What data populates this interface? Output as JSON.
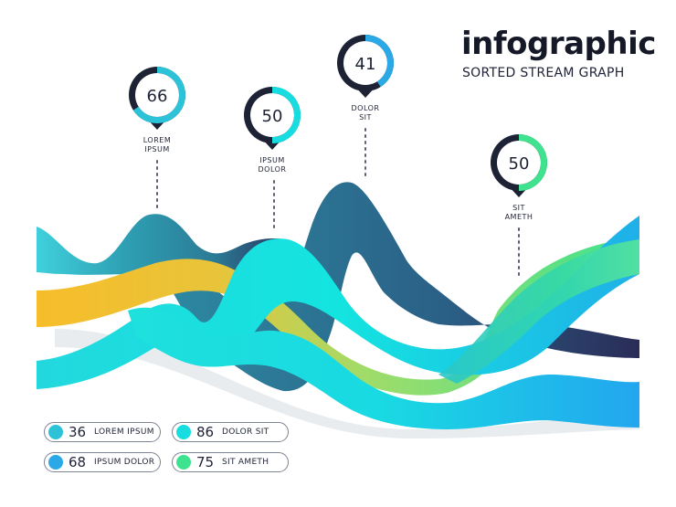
{
  "header": {
    "title": "infographic",
    "subtitle": "SORTED STREAM GRAPH"
  },
  "chart_data": {
    "type": "area",
    "markers": [
      {
        "value": 66,
        "line1": "LOREM",
        "line2": "IPSUM",
        "color": "#2cc3d9"
      },
      {
        "value": 50,
        "line1": "IPSUM",
        "line2": "DOLOR",
        "color": "#17dde0"
      },
      {
        "value": 41,
        "line1": "DOLOR",
        "line2": "SIT",
        "color": "#2aa9e6"
      },
      {
        "value": 50,
        "line1": "SIT",
        "line2": "AMETH",
        "color": "#3fe28f"
      }
    ],
    "legend": [
      {
        "value": "36",
        "label": "LOREM IPSUM",
        "color": "#2cc3d9"
      },
      {
        "value": "86",
        "label": "DOLOR SIT",
        "color": "#17dde0"
      },
      {
        "value": "68",
        "label": "IPSUM DOLOR",
        "color": "#2aa9e6"
      },
      {
        "value": "75",
        "label": "SIT AMETH",
        "color": "#3fe28f"
      }
    ]
  },
  "colors": {
    "dark": "#1e2235",
    "teal": "#2b8ba0",
    "cyan": "#17dde0",
    "yellow": "#f3c12f",
    "green": "#3fe28f",
    "blue": "#2aa9e6"
  }
}
